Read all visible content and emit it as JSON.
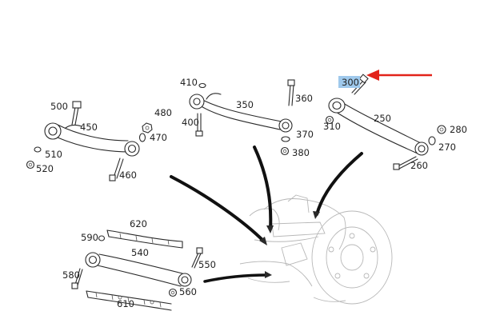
{
  "diagram": {
    "highlight_color": "#9fc9ec",
    "arrow_color": "#e2231a",
    "labels": {
      "p250": "250",
      "p260": "260",
      "p270": "270",
      "p280": "280",
      "p300": "300",
      "p310": "310",
      "p350": "350",
      "p360": "360",
      "p370": "370",
      "p380": "380",
      "p400": "400",
      "p410": "410",
      "p450": "450",
      "p460": "460",
      "p470": "470",
      "p480": "480",
      "p500": "500",
      "p510": "510",
      "p520": "520",
      "p540": "540",
      "p550": "550",
      "p560": "560",
      "p580": "580",
      "p590": "590",
      "p610": "610",
      "p620": "620"
    },
    "highlighted_part": "300"
  }
}
